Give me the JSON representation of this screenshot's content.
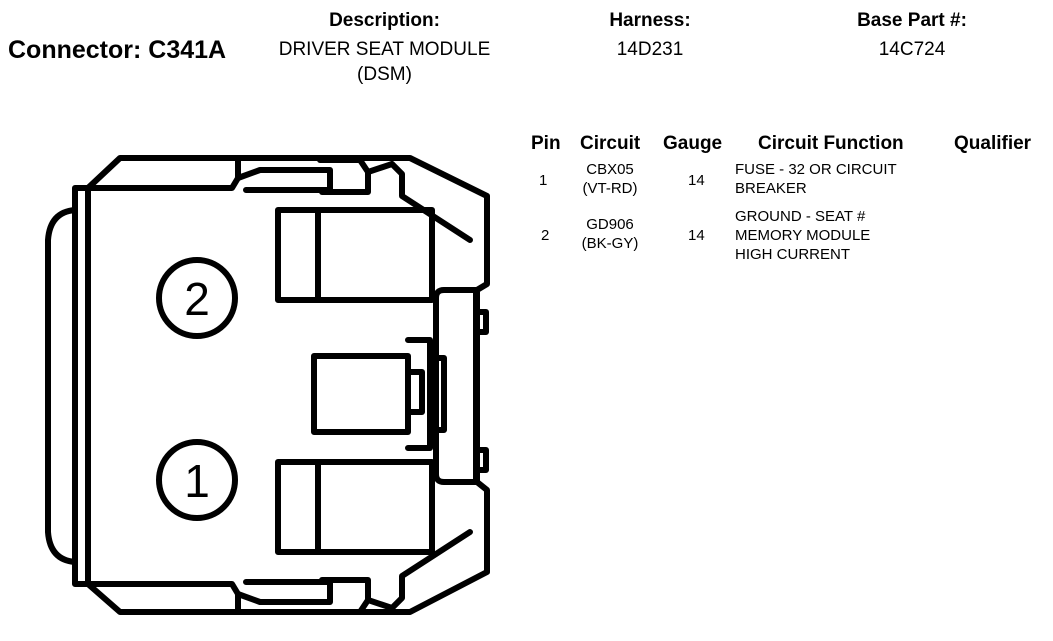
{
  "header": {
    "connector_label": "Connector: C341A",
    "description_label": "Description:",
    "description_lines": [
      "DRIVER SEAT MODULE",
      "(DSM)"
    ],
    "harness_label": "Harness:",
    "harness_value": "14D231",
    "base_part_label": "Base Part #:",
    "base_part_value": "14C724"
  },
  "table": {
    "columns": [
      "Pin",
      "Circuit",
      "Gauge",
      "Circuit Function",
      "Qualifier"
    ],
    "rows": [
      {
        "pin": "1",
        "circuit": [
          "CBX05",
          "(VT-RD)"
        ],
        "gauge": "14",
        "function": [
          "FUSE - 32 OR CIRCUIT",
          "BREAKER"
        ],
        "qualifier": ""
      },
      {
        "pin": "2",
        "circuit": [
          "GD906",
          "(BK-GY)"
        ],
        "gauge": "14",
        "function": [
          "GROUND - SEAT #",
          "MEMORY MODULE",
          "HIGH CURRENT"
        ],
        "qualifier": ""
      }
    ]
  },
  "diagram": {
    "cavity_labels": [
      "2",
      "1"
    ]
  }
}
